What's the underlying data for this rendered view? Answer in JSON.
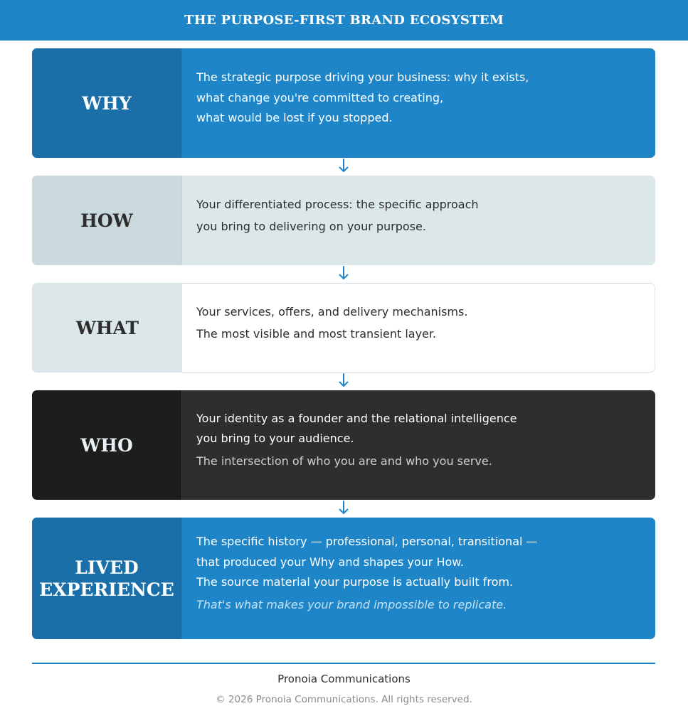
{
  "header": {
    "title": "THE PURPOSE-FIRST BRAND ECOSYSTEM"
  },
  "layers": [
    {
      "label": "WHY",
      "lines": [
        "The strategic purpose driving your business: why it exists,",
        "what change you're committed to creating,",
        "what would be lost if you stopped."
      ]
    },
    {
      "label": "HOW",
      "lines": [
        "Your differentiated process: the specific approach",
        "you bring to delivering on your purpose."
      ]
    },
    {
      "label": "WHAT",
      "lines": [
        "Your services, offers, and delivery mechanisms.",
        "The most visible and most transient layer."
      ]
    },
    {
      "label": "WHO",
      "lines": [
        "Your identity as a founder and the relational intelligence",
        "you bring to your audience.",
        "The intersection of who you are and who you serve."
      ]
    },
    {
      "label_line1": "LIVED",
      "label_line2": "EXPERIENCE",
      "lines": [
        "The specific history — professional, personal, transitional —",
        "that produced your Why and shapes your How.",
        "The source material your purpose is actually built from.",
        "That's what makes your brand impossible to replicate."
      ]
    }
  ],
  "colors": {
    "accent": "#1e86c8",
    "accent_dark": "#1a6fa8",
    "light": "#dce7ea",
    "dark": "#2f2e2c"
  },
  "footer": {
    "brand": "Pronoia Communications",
    "copyright": "© 2026 Pronoia Communications. All rights reserved."
  }
}
